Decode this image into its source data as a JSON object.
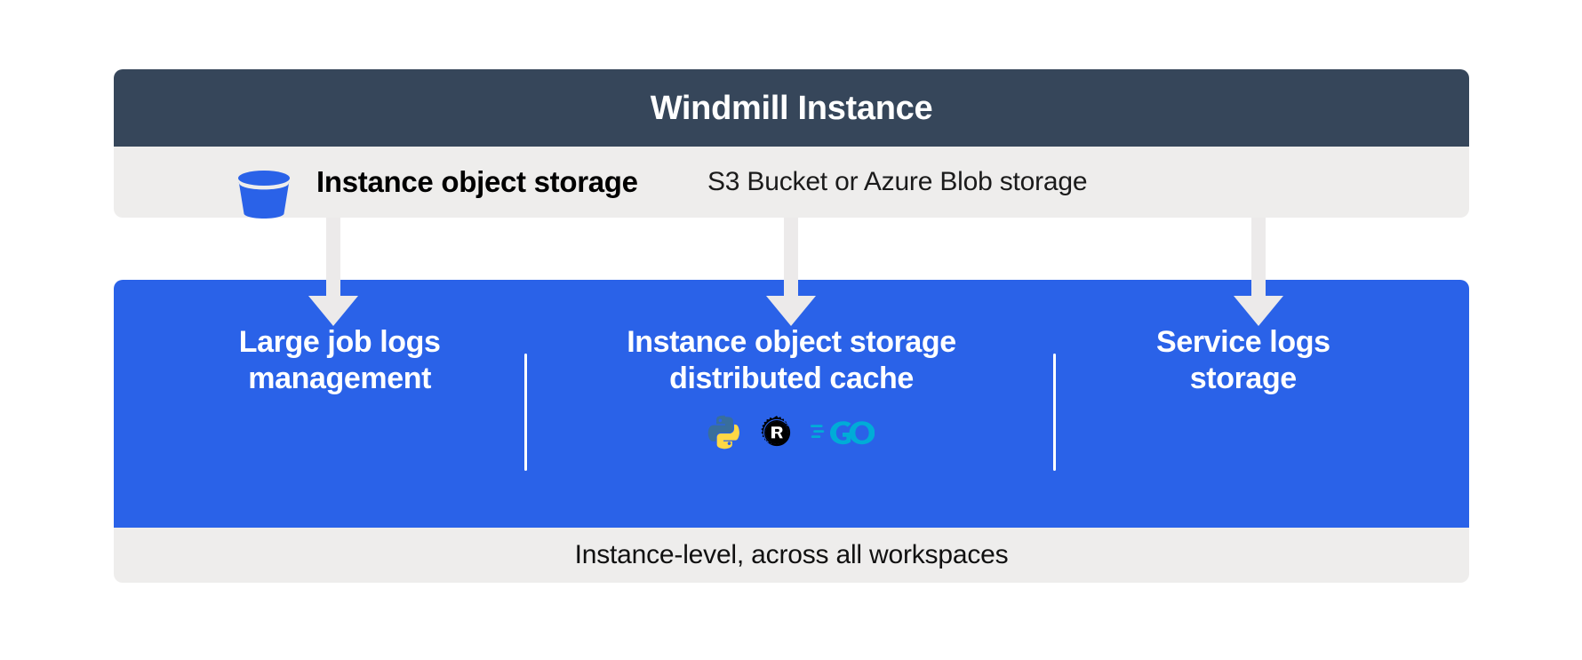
{
  "header": {
    "title": "Windmill Instance",
    "background_color": "#36465a",
    "text_color": "#ffffff"
  },
  "storage_band": {
    "icon": "bucket-icon",
    "icon_color": "#2a62e8",
    "label": "Instance object storage",
    "subtitle": "S3 Bucket or Azure Blob storage",
    "background_color": "#eeedec"
  },
  "connectors": {
    "color": "#eceaea",
    "arrows": [
      {
        "name": "arrow-to-large-job-logs",
        "direction": "down"
      },
      {
        "name": "arrow-to-distributed-cache",
        "direction": "down"
      },
      {
        "name": "arrow-to-service-logs",
        "direction": "down"
      }
    ]
  },
  "panel": {
    "background_color": "#2a62e8",
    "divider_color": "#ffffff",
    "columns": [
      {
        "id": "large-job-logs-management",
        "title": "Large job logs\nmanagement",
        "languages": []
      },
      {
        "id": "instance-object-storage-distributed-cache",
        "title": "Instance object storage\ndistributed cache",
        "languages": [
          {
            "name": "python-icon",
            "label": "Python",
            "colors": [
              "#386e9d",
              "#ffd845"
            ]
          },
          {
            "name": "rust-icon",
            "label": "Rust",
            "colors": [
              "#000000"
            ]
          },
          {
            "name": "go-icon",
            "label": "Go",
            "colors": [
              "#00acd7"
            ]
          }
        ]
      },
      {
        "id": "service-logs-storage",
        "title": "Service logs\nstorage",
        "languages": []
      }
    ]
  },
  "footer": {
    "text": "Instance-level, across all workspaces",
    "background_color": "#eeedec"
  }
}
